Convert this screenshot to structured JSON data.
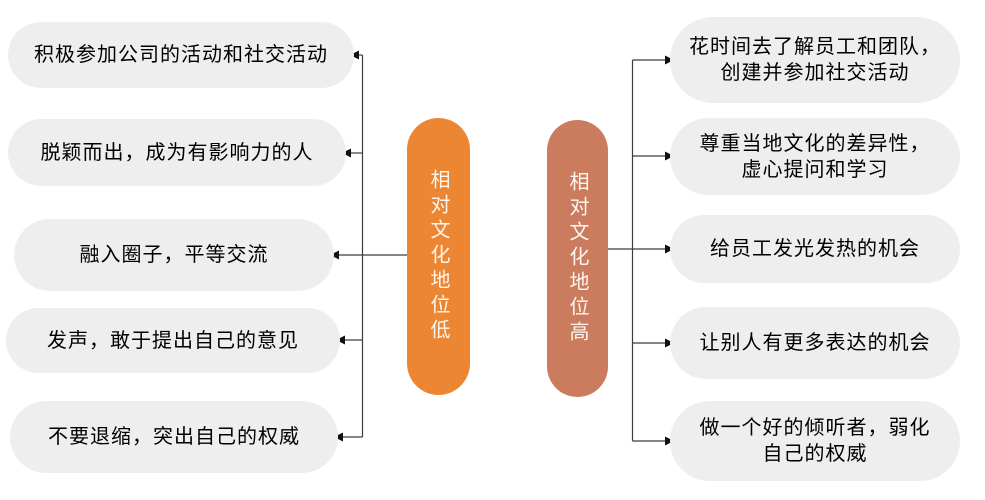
{
  "diagram": {
    "left": {
      "node_label": "相对文化地位低",
      "node_color": "#EC8633",
      "items": [
        {
          "lines": [
            "积极参加公司的活动和社交活动",
            ""
          ]
        },
        {
          "lines": [
            "脱颖而出，成为有影响力的人",
            ""
          ]
        },
        {
          "lines": [
            "融入圈子，平等交流",
            ""
          ]
        },
        {
          "lines": [
            "发声，敢于提出自己的意见",
            ""
          ]
        },
        {
          "lines": [
            "不要退缩，突出自己的权威",
            ""
          ]
        }
      ]
    },
    "right": {
      "node_label": "相对文化地位高",
      "node_color": "#CB7C5E",
      "items": [
        {
          "lines": [
            "花时间去了解员工和团队，",
            "创建并参加社交活动"
          ]
        },
        {
          "lines": [
            "尊重当地文化的差异性，",
            "虚心提问和学习"
          ]
        },
        {
          "lines": [
            "给员工发光发热的机会",
            ""
          ]
        },
        {
          "lines": [
            "让别人有更多表达的机会",
            ""
          ]
        },
        {
          "lines": [
            "做一个好的倾听者，弱化",
            "自己的权威"
          ]
        }
      ]
    },
    "styles": {
      "bubble_color": "#EEEEEE",
      "line_color": "#3D3D3D",
      "arrow_color": "#111111",
      "text_color": "#000000",
      "node_text_color": "#FDF6EE"
    }
  }
}
